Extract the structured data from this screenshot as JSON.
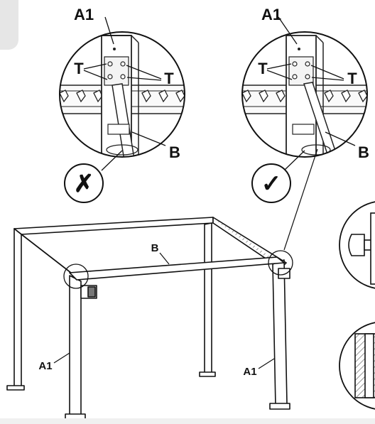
{
  "labels": {
    "top_left_post": "A1",
    "top_left_screws_left": "T",
    "top_left_screws_right": "T",
    "top_left_beam": "B",
    "top_right_post": "A1",
    "top_right_screws_left": "T",
    "top_right_screws_right": "T",
    "top_right_beam": "B",
    "frame_beam": "B",
    "frame_left_post": "A1",
    "frame_right_post": "A1"
  },
  "verdicts": {
    "wrong": "✗",
    "correct": "✓"
  },
  "icons": {
    "wrong": "cross-icon",
    "correct": "check-icon"
  }
}
